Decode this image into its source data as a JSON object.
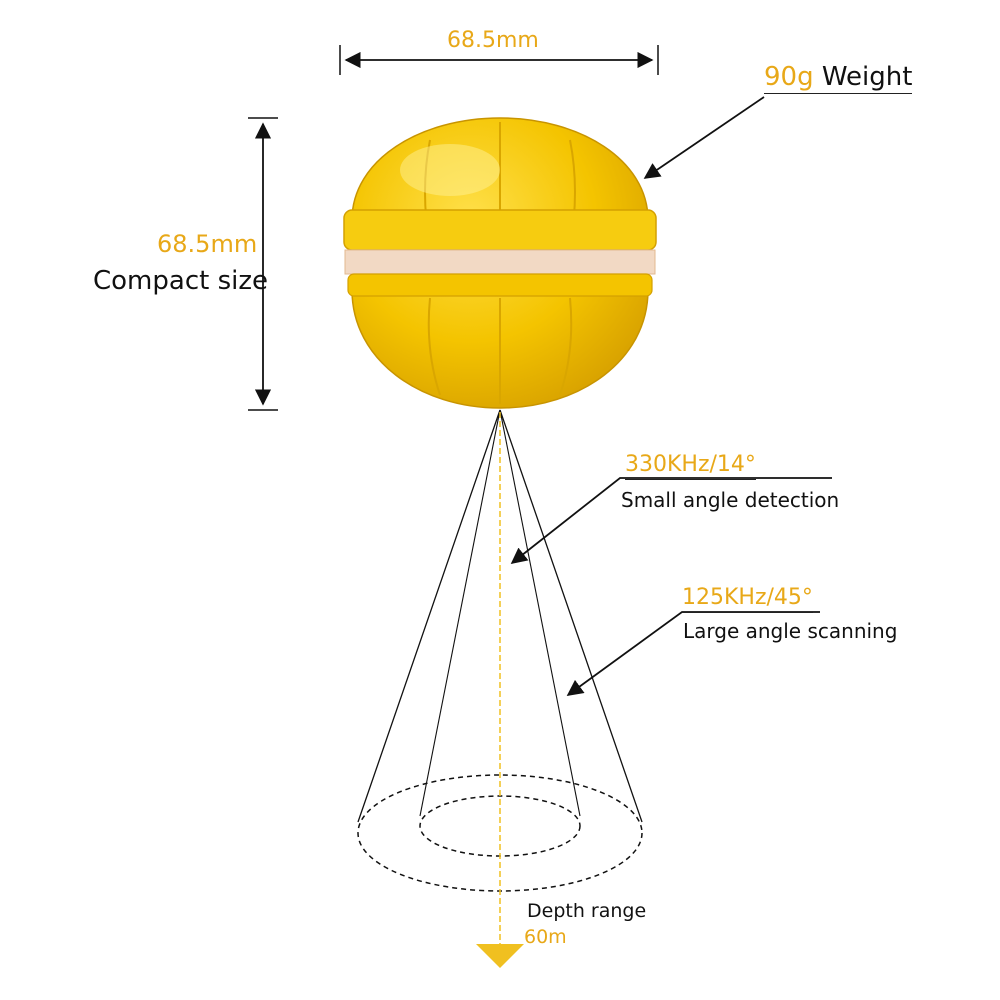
{
  "colors": {
    "accent": "#e8a818",
    "device_body": "#f4c800",
    "device_band": "#f2d9c4",
    "beam_axis": "#f0c020",
    "text": "#111111"
  },
  "dimensions": {
    "width_value": "68.5mm",
    "height_value": "68.5mm",
    "height_caption": "Compact size"
  },
  "weight": {
    "value": "90g",
    "caption": "Weight"
  },
  "beam_narrow": {
    "spec": "330KHz/14°",
    "caption": "Small angle detection"
  },
  "beam_wide": {
    "spec": "125KHz/45°",
    "caption": "Large angle scanning"
  },
  "depth": {
    "caption": "Depth range",
    "value": "60m"
  }
}
